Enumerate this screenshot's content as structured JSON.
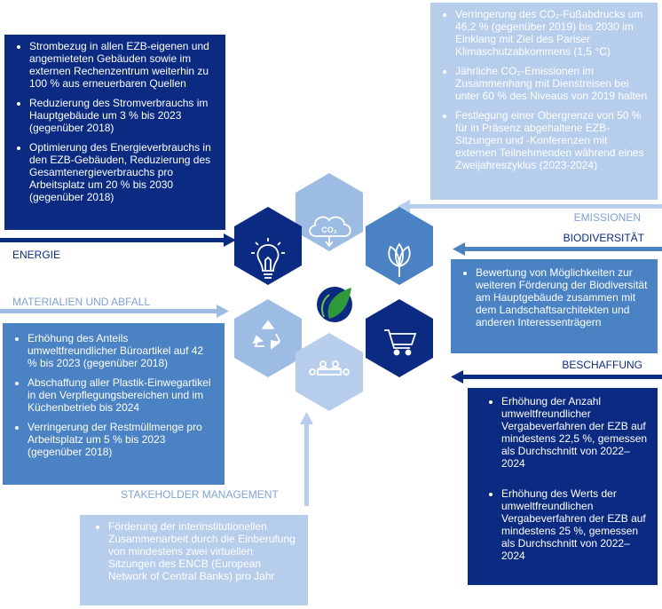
{
  "colors": {
    "dark": "#0b2a82",
    "mid": "#4a82c4",
    "light": "#9dbce3",
    "pale": "#b7cdec"
  },
  "center_icon": "ecb-leaf-logo",
  "sections": {
    "energie": {
      "label": "ENERGIE",
      "icon": "lightbulb-icon",
      "items": [
        "Strombezug in allen EZB-eigenen und angemieteten Gebäuden sowie im externen Rechenzentrum weiterhin zu 100 % aus erneuerbaren Quellen",
        "Reduzierung des Stromverbrauchs im Hauptgebäude um 3 % bis 2023 (gegenüber 2018)",
        "Optimierung des Energieverbrauchs in den EZB-Gebäuden, Reduzierung des Gesamtenergieverbrauchs pro Arbeitsplatz um 20 % bis 2030 (gegenüber 2018)"
      ]
    },
    "emissionen": {
      "label": "EMISSIONEN",
      "icon": "co2-cloud-icon",
      "items": [
        "Verringerung des CO₂-Fußabdrucks um 46,2 % (gegenüber 2019) bis 2030 im Einklang mit Ziel des Pariser Klimaschutzabkommens (1,5 °C)",
        "Jährliche CO₂-Emissionen im Zusammenhang mit Dienstreisen bei unter 60 % des Niveaus von 2019 halten",
        "Festlegung einer Obergrenze von 50 % für in Präsenz abgehaltene EZB-Sitzungen und -Konferenzen mit externen Teilnehmenden während eines Zweijahreszyklus (2023-2024)"
      ]
    },
    "biodiversitaet": {
      "label": "BIODIVERSITÄT",
      "icon": "plant-icon",
      "items": [
        "Bewertung von Möglichkeiten zur weiteren Förderung der Biodiversität am Hauptgebäude zusammen mit dem Landschaftsarchitekten und anderen Interessenträgern"
      ]
    },
    "beschaffung": {
      "label": "BESCHAFFUNG",
      "icon": "shopping-cart-icon",
      "items": [
        "Erhöhung der Anzahl umweltfreundlicher Vergabeverfahren der EZB auf mindestens 22,5 %, gemessen als Durchschnitt von 2022–2024",
        "Erhöhung des Werts der umweltfreundlichen Vergabeverfahren der EZB auf mindestens 25 %, gemessen als Durchschnitt von 2022–2024"
      ]
    },
    "stakeholder": {
      "label": "STAKEHOLDER MANAGEMENT",
      "icon": "meeting-table-icon",
      "items": [
        "Förderung der interinstitutionellen Zusammenarbeit durch die Einberufung von mindestens zwei virtuellen Sitzungen des ENCB (European Network of Central Banks) pro Jahr"
      ]
    },
    "materialien": {
      "label": "MATERIALIEN UND ABFALL",
      "icon": "recycle-icon",
      "items": [
        "Erhöhung des Anteils umweltfreundlicher Büroartikel auf 42 % bis 2023 (gegenüber 2018)",
        "Abschaffung aller Plastik-Einwegartikel in den Verpflegungsbereichen und im Küchenbetrieb bis 2024",
        "Verringerung der Restmüllmenge pro Arbeitsplatz um 5 % bis 2023 (gegenüber 2018)"
      ]
    }
  }
}
